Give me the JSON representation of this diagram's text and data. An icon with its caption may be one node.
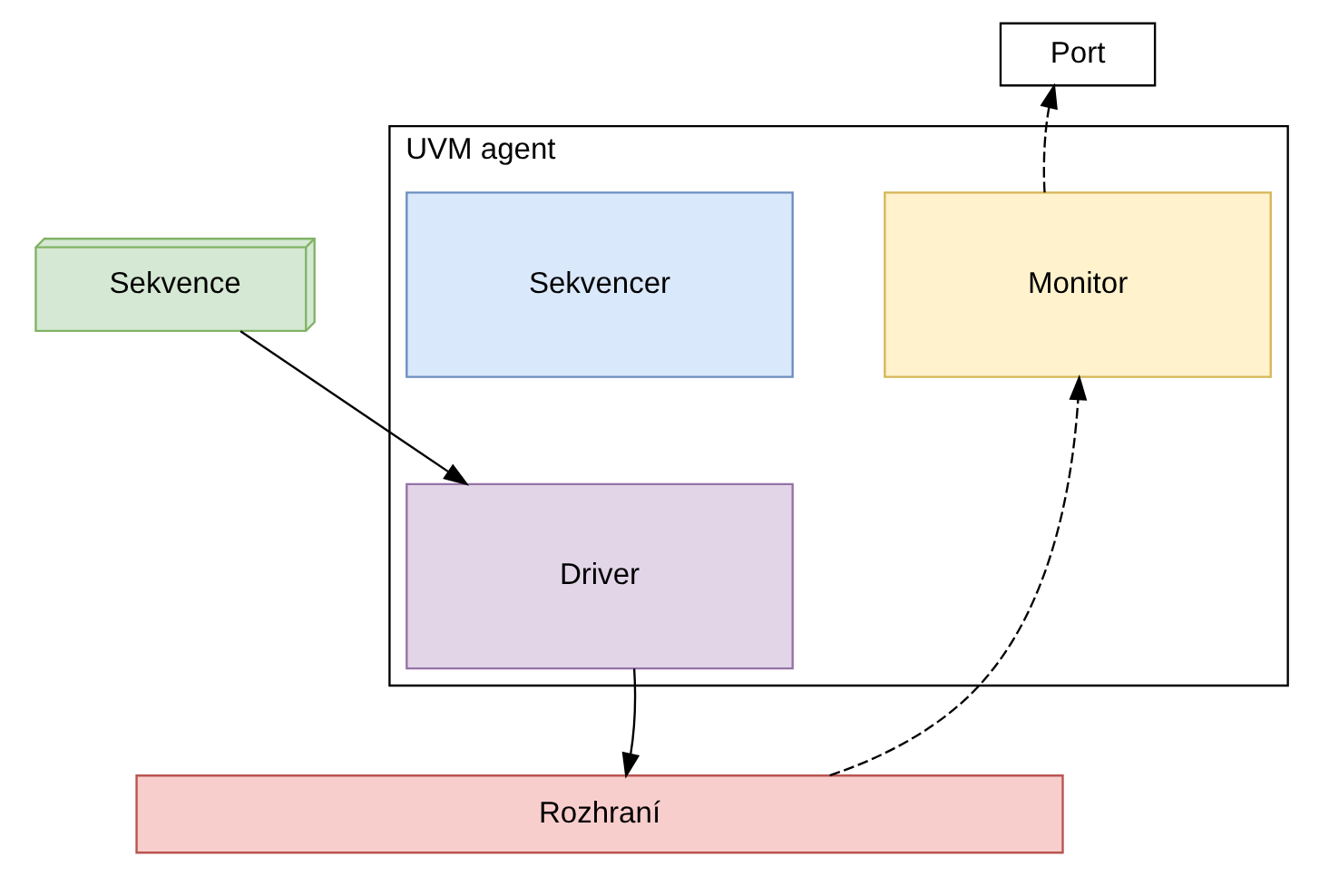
{
  "diagram": {
    "nodes": [
      {
        "text": [
          "UVM agent"
        ]
      },
      {
        "text": [
          "Port"
        ]
      },
      {
        "text": [
          "Sekvencer"
        ],
        "in": 0
      },
      {
        "text": [
          "Monitor"
        ],
        "in": 0
      },
      {
        "text": [
          "Driver"
        ],
        "in": 0
      },
      {
        "text": [
          "Sekvence"
        ]
      },
      {
        "text": [
          "Rozhraní"
        ]
      }
    ],
    "edges": [
      {
        "from": 3,
        "to": 1,
        "arrow": "to",
        "style": "dashed"
      },
      {
        "from": 5,
        "to": 4,
        "arrow": "to"
      },
      {
        "from": 4,
        "to": 6,
        "arrow": "to"
      },
      {
        "from": 6,
        "to": 3,
        "arrow": "to",
        "style": "dashed"
      }
    ]
  }
}
